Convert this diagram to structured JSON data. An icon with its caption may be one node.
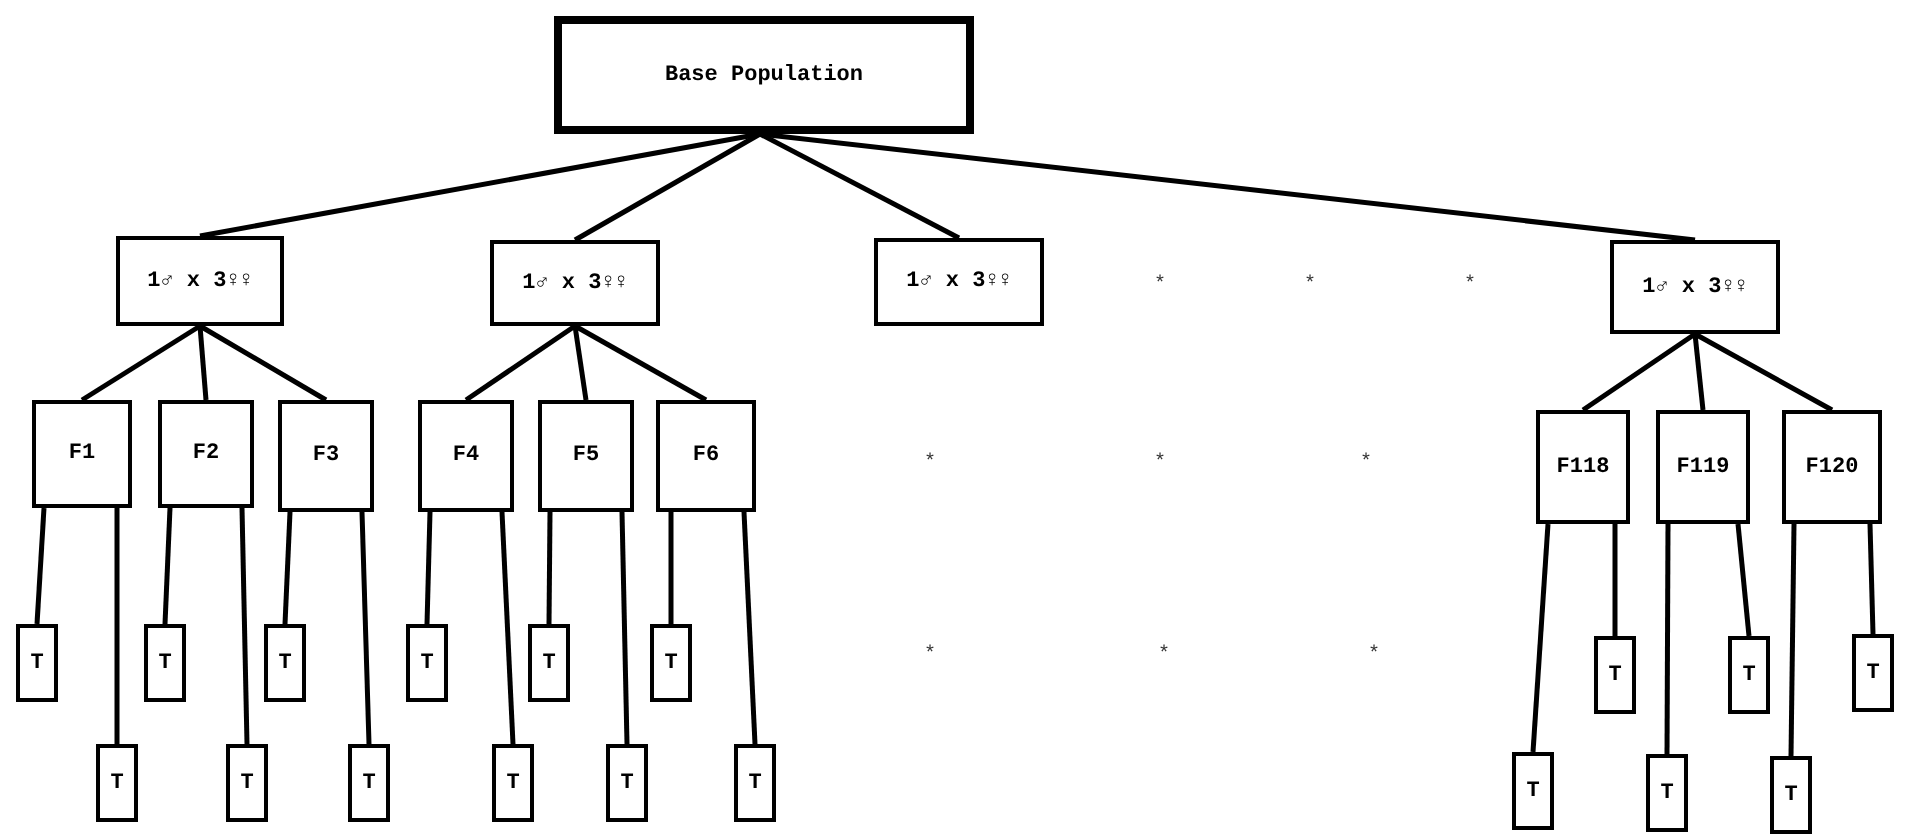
{
  "diagram": {
    "nodes": [
      {
        "text": [
          "Base Population"
        ]
      },
      {
        "text": [
          "1♂ x 3♀♀"
        ]
      },
      {
        "text": [
          "1♂ x 3♀♀"
        ]
      },
      {
        "text": [
          "1♂ x 3♀♀"
        ]
      },
      {
        "text": [
          "1♂ x 3♀♀"
        ]
      },
      {
        "text": [
          "F1"
        ]
      },
      {
        "text": [
          "F2"
        ]
      },
      {
        "text": [
          "F3"
        ]
      },
      {
        "text": [
          "F4"
        ]
      },
      {
        "text": [
          "F5"
        ]
      },
      {
        "text": [
          "F6"
        ]
      },
      {
        "text": [
          "F118"
        ]
      },
      {
        "text": [
          "F119"
        ]
      },
      {
        "text": [
          "F120"
        ]
      },
      {
        "text": [
          "T"
        ]
      },
      {
        "text": [
          "T"
        ]
      },
      {
        "text": [
          "T"
        ]
      },
      {
        "text": [
          "T"
        ]
      },
      {
        "text": [
          "T"
        ]
      },
      {
        "text": [
          "T"
        ]
      },
      {
        "text": [
          "T"
        ]
      },
      {
        "text": [
          "T"
        ]
      },
      {
        "text": [
          "T"
        ]
      },
      {
        "text": [
          "T"
        ]
      },
      {
        "text": [
          "T"
        ]
      },
      {
        "text": [
          "T"
        ]
      },
      {
        "text": [
          "T"
        ]
      },
      {
        "text": [
          "T"
        ]
      },
      {
        "text": [
          "T"
        ]
      },
      {
        "text": [
          "T"
        ]
      },
      {
        "text": [
          "T"
        ]
      },
      {
        "text": [
          "T"
        ]
      }
    ],
    "edges": [
      {
        "from": 0,
        "to": 1,
        "arrow": "none"
      },
      {
        "from": 0,
        "to": 2,
        "arrow": "none"
      },
      {
        "from": 0,
        "to": 3,
        "arrow": "none"
      },
      {
        "from": 0,
        "to": 4,
        "arrow": "none"
      },
      {
        "from": 1,
        "to": 5,
        "arrow": "none"
      },
      {
        "from": 1,
        "to": 6,
        "arrow": "none"
      },
      {
        "from": 1,
        "to": 7,
        "arrow": "none"
      },
      {
        "from": 2,
        "to": 8,
        "arrow": "none"
      },
      {
        "from": 2,
        "to": 9,
        "arrow": "none"
      },
      {
        "from": 2,
        "to": 10,
        "arrow": "none"
      },
      {
        "from": 4,
        "to": 11,
        "arrow": "none"
      },
      {
        "from": 4,
        "to": 12,
        "arrow": "none"
      },
      {
        "from": 4,
        "to": 13,
        "arrow": "none"
      },
      {
        "from": 5,
        "to": 14,
        "arrow": "none"
      },
      {
        "from": 5,
        "to": 15,
        "arrow": "none"
      },
      {
        "from": 6,
        "to": 16,
        "arrow": "none"
      },
      {
        "from": 6,
        "to": 17,
        "arrow": "none"
      },
      {
        "from": 7,
        "to": 18,
        "arrow": "none"
      },
      {
        "from": 7,
        "to": 19,
        "arrow": "none"
      },
      {
        "from": 8,
        "to": 20,
        "arrow": "none"
      },
      {
        "from": 8,
        "to": 21,
        "arrow": "none"
      },
      {
        "from": 9,
        "to": 22,
        "arrow": "none"
      },
      {
        "from": 9,
        "to": 23,
        "arrow": "none"
      },
      {
        "from": 10,
        "to": 24,
        "arrow": "none"
      },
      {
        "from": 10,
        "to": 25,
        "arrow": "none"
      },
      {
        "from": 11,
        "to": 26,
        "arrow": "none"
      },
      {
        "from": 11,
        "to": 27,
        "arrow": "none"
      },
      {
        "from": 12,
        "to": 28,
        "arrow": "none"
      },
      {
        "from": 12,
        "to": 29,
        "arrow": "none"
      },
      {
        "from": 13,
        "to": 30,
        "arrow": "none"
      },
      {
        "from": 13,
        "to": 31,
        "arrow": "none"
      }
    ],
    "labels": [
      "*",
      "*",
      "*",
      "*",
      "*",
      "*",
      "*",
      "*",
      "*"
    ]
  }
}
